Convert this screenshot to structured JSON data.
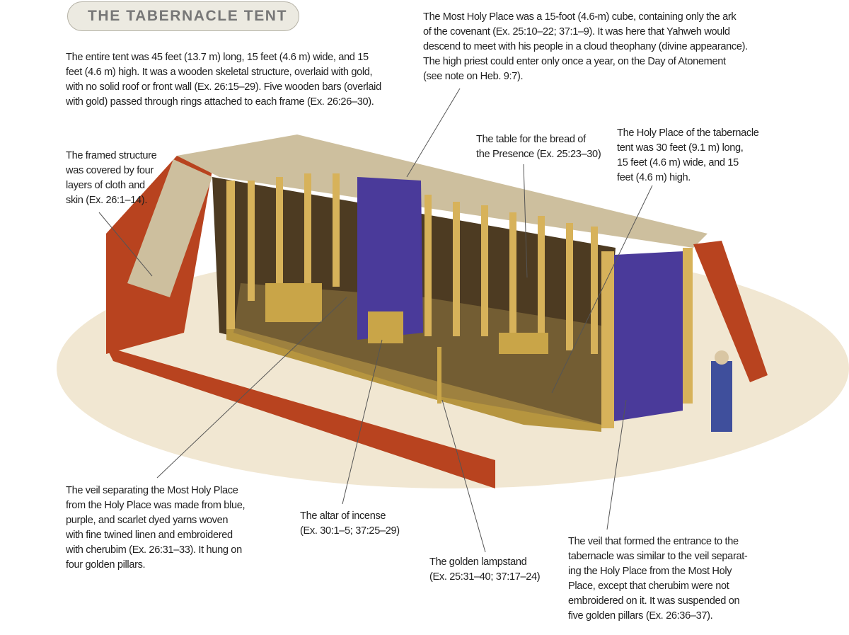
{
  "title": "THE TABERNACLE TENT",
  "captions": {
    "intro": "The entire tent was 45 feet (13.7 m) long, 15 feet (4.6 m) wide, and 15\nfeet (4.6 m) high. It was a wooden skeletal structure, overlaid with gold,\nwith no solid roof or front wall (Ex. 26:15–29). Five wooden bars (overlaid\nwith gold) passed through rings attached to each frame (Ex. 26:26–30).",
    "most_holy": "The Most Holy Place was a 15-foot (4.6-m) cube, containing only the ark\nof the covenant (Ex. 25:10–22; 37:1–9). It was here that Yahweh would\ndescend to meet with his people in a cloud theophany (divine appearance).\nThe high priest could enter only once a year, on the Day of Atonement\n(see note on Heb. 9:7).",
    "framed": "The framed structure\nwas covered by four\nlayers of cloth and\nskin (Ex. 26:1–14).",
    "table": "The table for the bread of\nthe Presence (Ex. 25:23–30)",
    "holy_place": "The Holy Place of the tabernacle\ntent was 30 feet (9.1 m) long,\n15 feet (4.6 m) wide, and 15\nfeet (4.6 m) high.",
    "veil": "The veil separating the Most Holy Place\nfrom the Holy Place was made from blue,\npurple, and scarlet dyed yarns woven\nwith fine twined linen and embroidered\nwith cherubim (Ex. 26:31–33). It hung on\nfour golden pillars.",
    "altar": "The altar of incense\n(Ex. 30:1–5; 37:25–29)",
    "lampstand": "The golden lampstand\n(Ex. 25:31–40; 37:17–24)",
    "entrance_veil": "The veil that formed the entrance to the\ntabernacle was similar to the veil separat-\ning the Holy Place from the Most Holy\nPlace, except that cherubim were not\nembroidered on it. It was suspended on\nfive golden pillars (Ex. 26:36–37)."
  },
  "colors": {
    "cover": "#cdbf9e",
    "skin": "#b8431f",
    "gold": "#d7b25a",
    "purple": "#4a3a9a",
    "ground": "#e6d6b4"
  }
}
